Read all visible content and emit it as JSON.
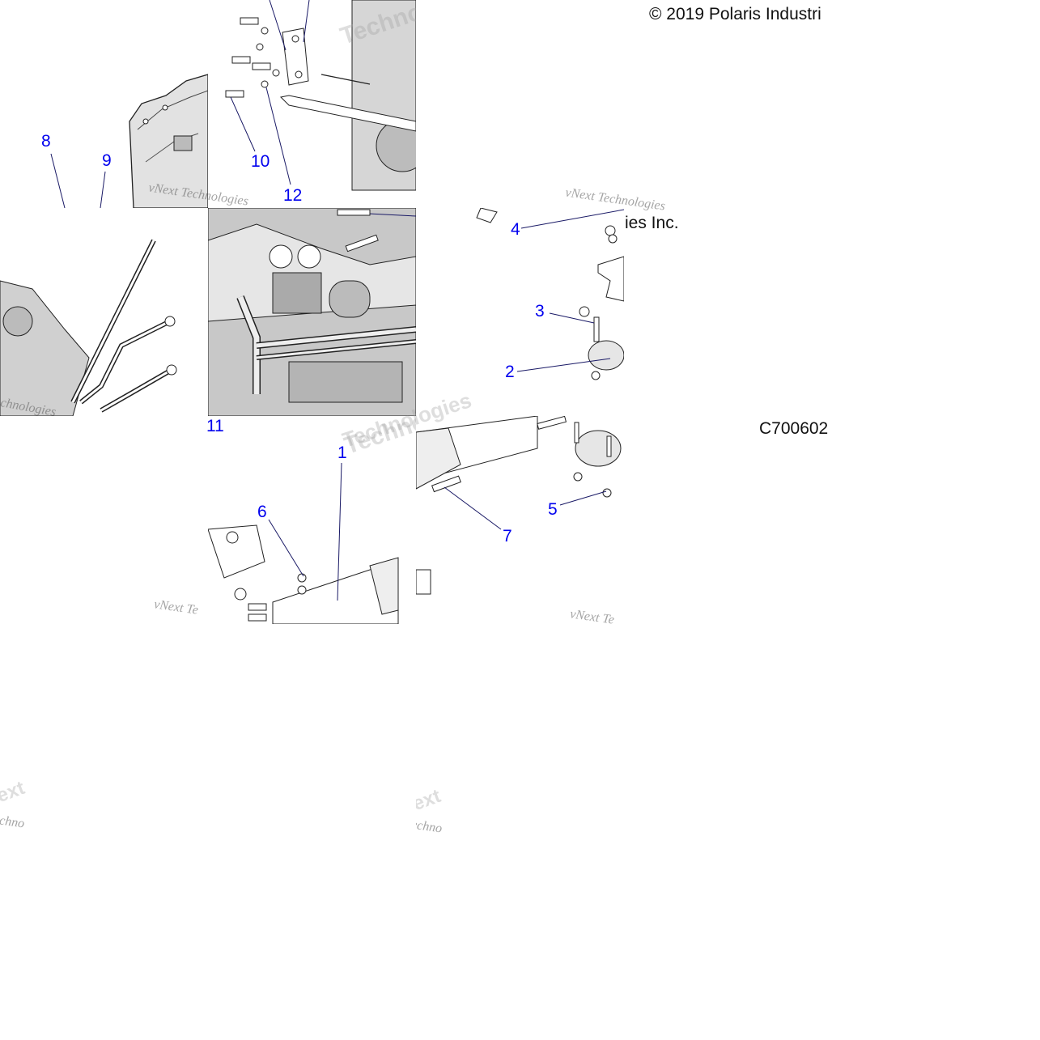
{
  "copyright": "© 2019 Polaris Industri",
  "copyright_fragment": "ies Inc.",
  "figure_id": "C700602",
  "watermark": {
    "small": "vNext Technologies",
    "big": "Technologies",
    "short": "vNext Te",
    "fragment_a": "chnologies",
    "fragment_b": "ext",
    "fragment_c": "echno"
  },
  "callouts": {
    "c1": "1",
    "c2": "2",
    "c3": "3",
    "c4": "4",
    "c5": "5",
    "c6": "6",
    "c7": "7",
    "c8": "8",
    "c9": "9",
    "c10": "10",
    "c11": "11",
    "c12": "12"
  },
  "colors": {
    "callout": "#0000ee",
    "line": "#111111",
    "shade": "#d8d8d8"
  }
}
